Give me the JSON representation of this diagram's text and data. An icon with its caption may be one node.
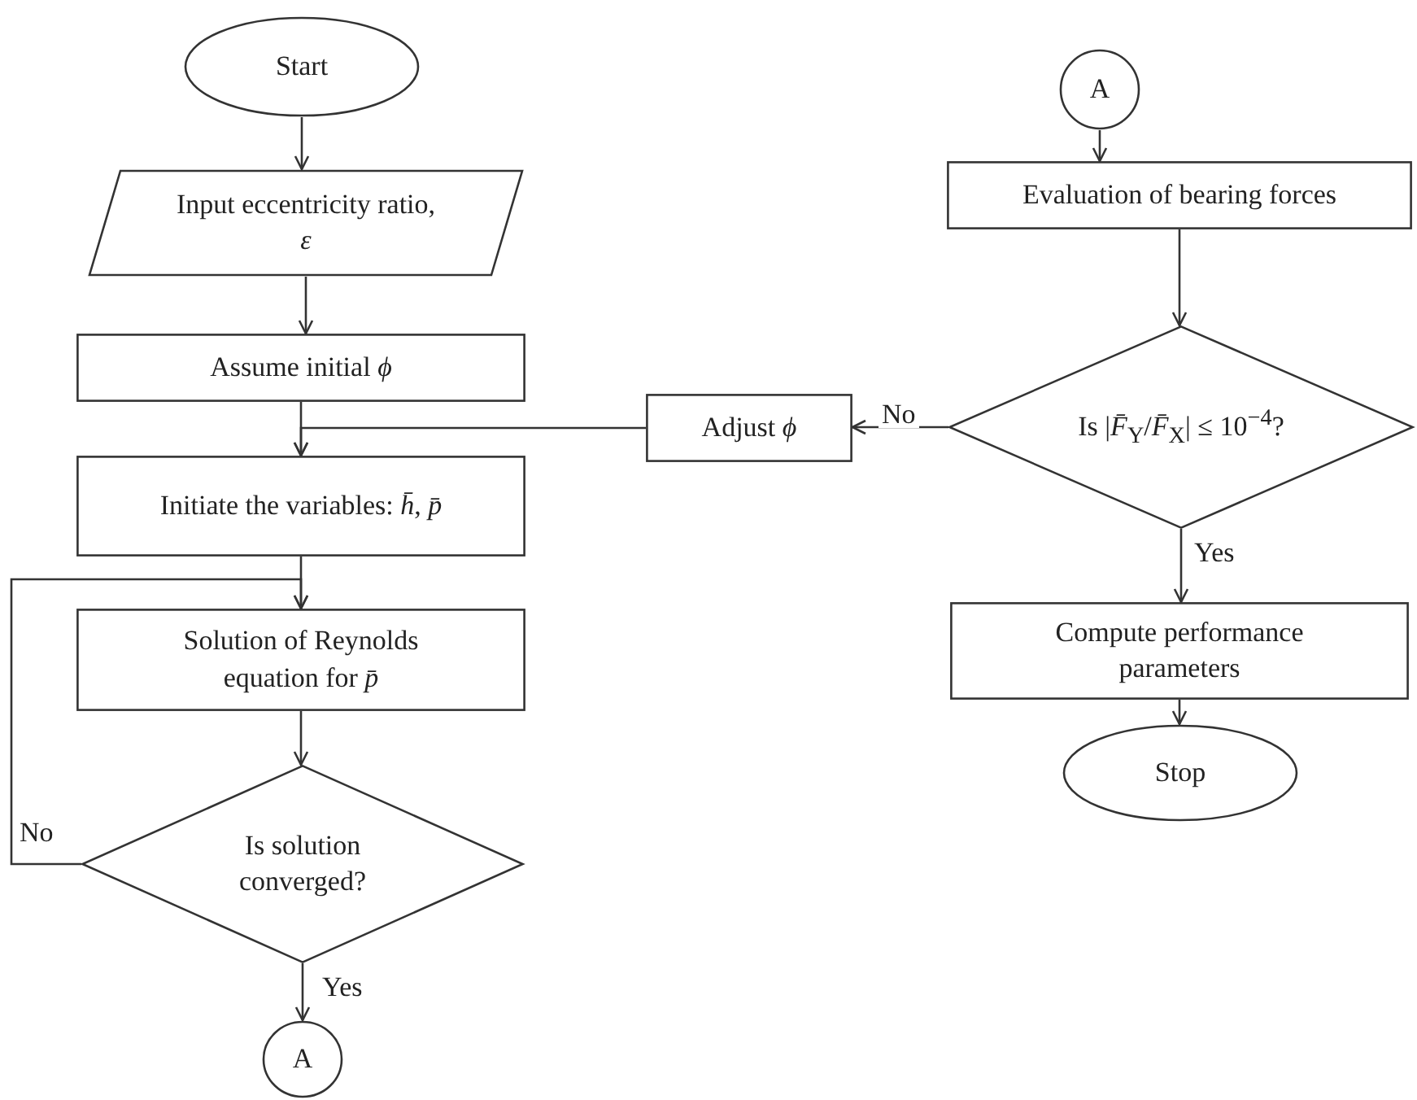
{
  "diagram": {
    "nodes": [
      {
        "text": [
          "Start"
        ]
      },
      {
        "text": [
          "Input eccentricity ratio, *ε*"
        ]
      },
      {
        "text": [
          "Assume initial *ϕ*"
        ]
      },
      {
        "text": [
          "Initiate the variables: *h̄*, *p̄*"
        ]
      },
      {
        "text": [
          "Solution of Reynolds equation for *p̄*"
        ]
      },
      {
        "text": [
          "Is solution converged?"
        ]
      },
      {
        "text": [
          "A"
        ]
      },
      {
        "text": [
          "A"
        ]
      },
      {
        "text": [
          "Evaluation of bearing forces"
        ]
      },
      {
        "text": [
          "Is |*F̄*$_{Y}$/*F̄*$_{X}$| ≤ 10$^{−4}$?"
        ]
      },
      {
        "text": [
          "Adjust *ϕ*"
        ]
      },
      {
        "text": [
          "Compute performance parameters"
        ]
      },
      {
        "text": [
          "Stop"
        ]
      }
    ],
    "edges": [
      {
        "from": 0,
        "to": 1,
        "arrow": "to"
      },
      {
        "from": 1,
        "to": 2,
        "arrow": "to"
      },
      {
        "from": 2,
        "to": 3,
        "arrow": "to"
      },
      {
        "from": 3,
        "to": 4,
        "arrow": "to"
      },
      {
        "from": 4,
        "to": 5,
        "arrow": "to"
      },
      {
        "from": 5,
        "to": 6,
        "arrow": "to",
        "label": "Yes"
      },
      {
        "from": 5,
        "to": 4,
        "arrow": "to",
        "label": "No"
      },
      {
        "from": 7,
        "to": 8,
        "arrow": "to"
      },
      {
        "from": 8,
        "to": 9,
        "arrow": "to"
      },
      {
        "from": 9,
        "to": 10,
        "arrow": "to",
        "label": "No"
      },
      {
        "from": 10,
        "to": 3,
        "arrow": "to"
      },
      {
        "from": 9,
        "to": 11,
        "arrow": "to",
        "label": "Yes"
      },
      {
        "from": 11,
        "to": 12,
        "arrow": "to"
      }
    ]
  }
}
